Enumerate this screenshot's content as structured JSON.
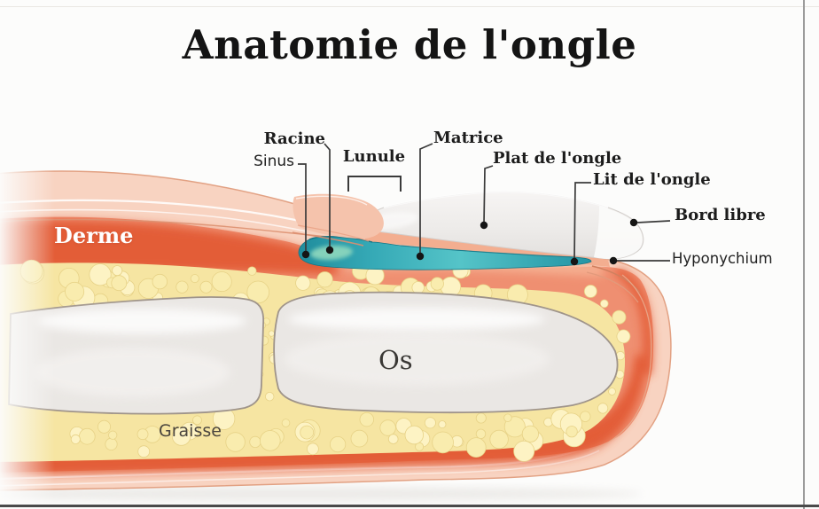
{
  "title": "Anatomie de l'ongle",
  "figure": {
    "labels": {
      "racine": "Racine",
      "sinus": "Sinus",
      "lunule": "Lunule",
      "matrice": "Matrice",
      "plat_ongle": "Plat de l'ongle",
      "lit_ongle": "Lit de l'ongle",
      "bord_libre": "Bord libre",
      "hyponychium": "Hyponychium",
      "derme": "Derme",
      "os": "Os",
      "graisse": "Graisse"
    },
    "colors": {
      "skin": "#f8d3c1",
      "skin_outline": "#e2a183",
      "dermis_light": "#ef8f71",
      "dermis_red": "#e1552f",
      "under_nail": "#f3ae90",
      "fat_yellow": "#f6e5a2",
      "fat_bubble": "#fdf3c4",
      "bone": "#eae7e4",
      "bone_outline": "#9f948a",
      "nail_plate": "#efedec",
      "nail_free_edge": "#fbfbfa",
      "nail_teal": "#35a9b6",
      "matrix_green": "#8ad6bd",
      "label_text": "#1c1c1c",
      "leader_line": "#3a3a3a"
    }
  }
}
